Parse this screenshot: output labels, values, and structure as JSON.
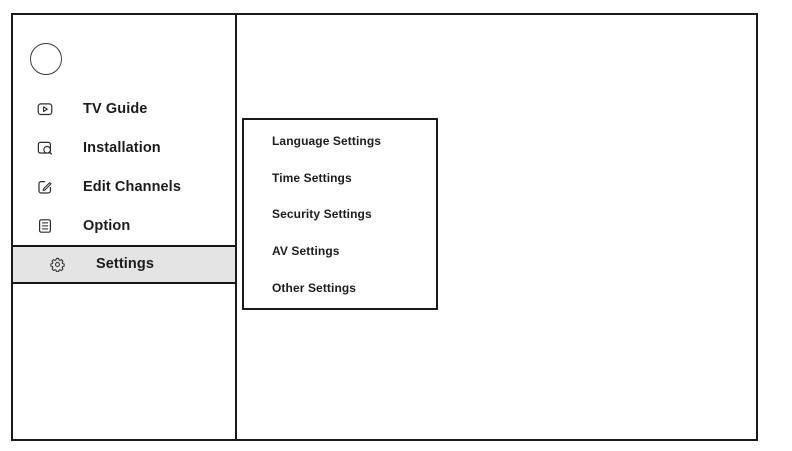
{
  "colors": {
    "frame_border": "#1a1a1a",
    "text": "#1c1c1c",
    "selected_row_bg": "#e4e4e4",
    "background": "#ffffff",
    "icon_stroke": "#2a2a2a"
  },
  "sidebar": {
    "items": [
      {
        "label": "TV Guide",
        "icon": "tv-guide-icon",
        "selected": false
      },
      {
        "label": "Installation",
        "icon": "installation-icon",
        "selected": false
      },
      {
        "label": "Edit Channels",
        "icon": "edit-channels-icon",
        "selected": false
      },
      {
        "label": "Option",
        "icon": "option-icon",
        "selected": false
      },
      {
        "label": "Settings",
        "icon": "settings-icon",
        "selected": true
      }
    ]
  },
  "submenu": {
    "items": [
      {
        "label": "Language Settings"
      },
      {
        "label": "Time Settings"
      },
      {
        "label": "Security Settings"
      },
      {
        "label": "AV Settings"
      },
      {
        "label": "Other Settings"
      }
    ]
  }
}
